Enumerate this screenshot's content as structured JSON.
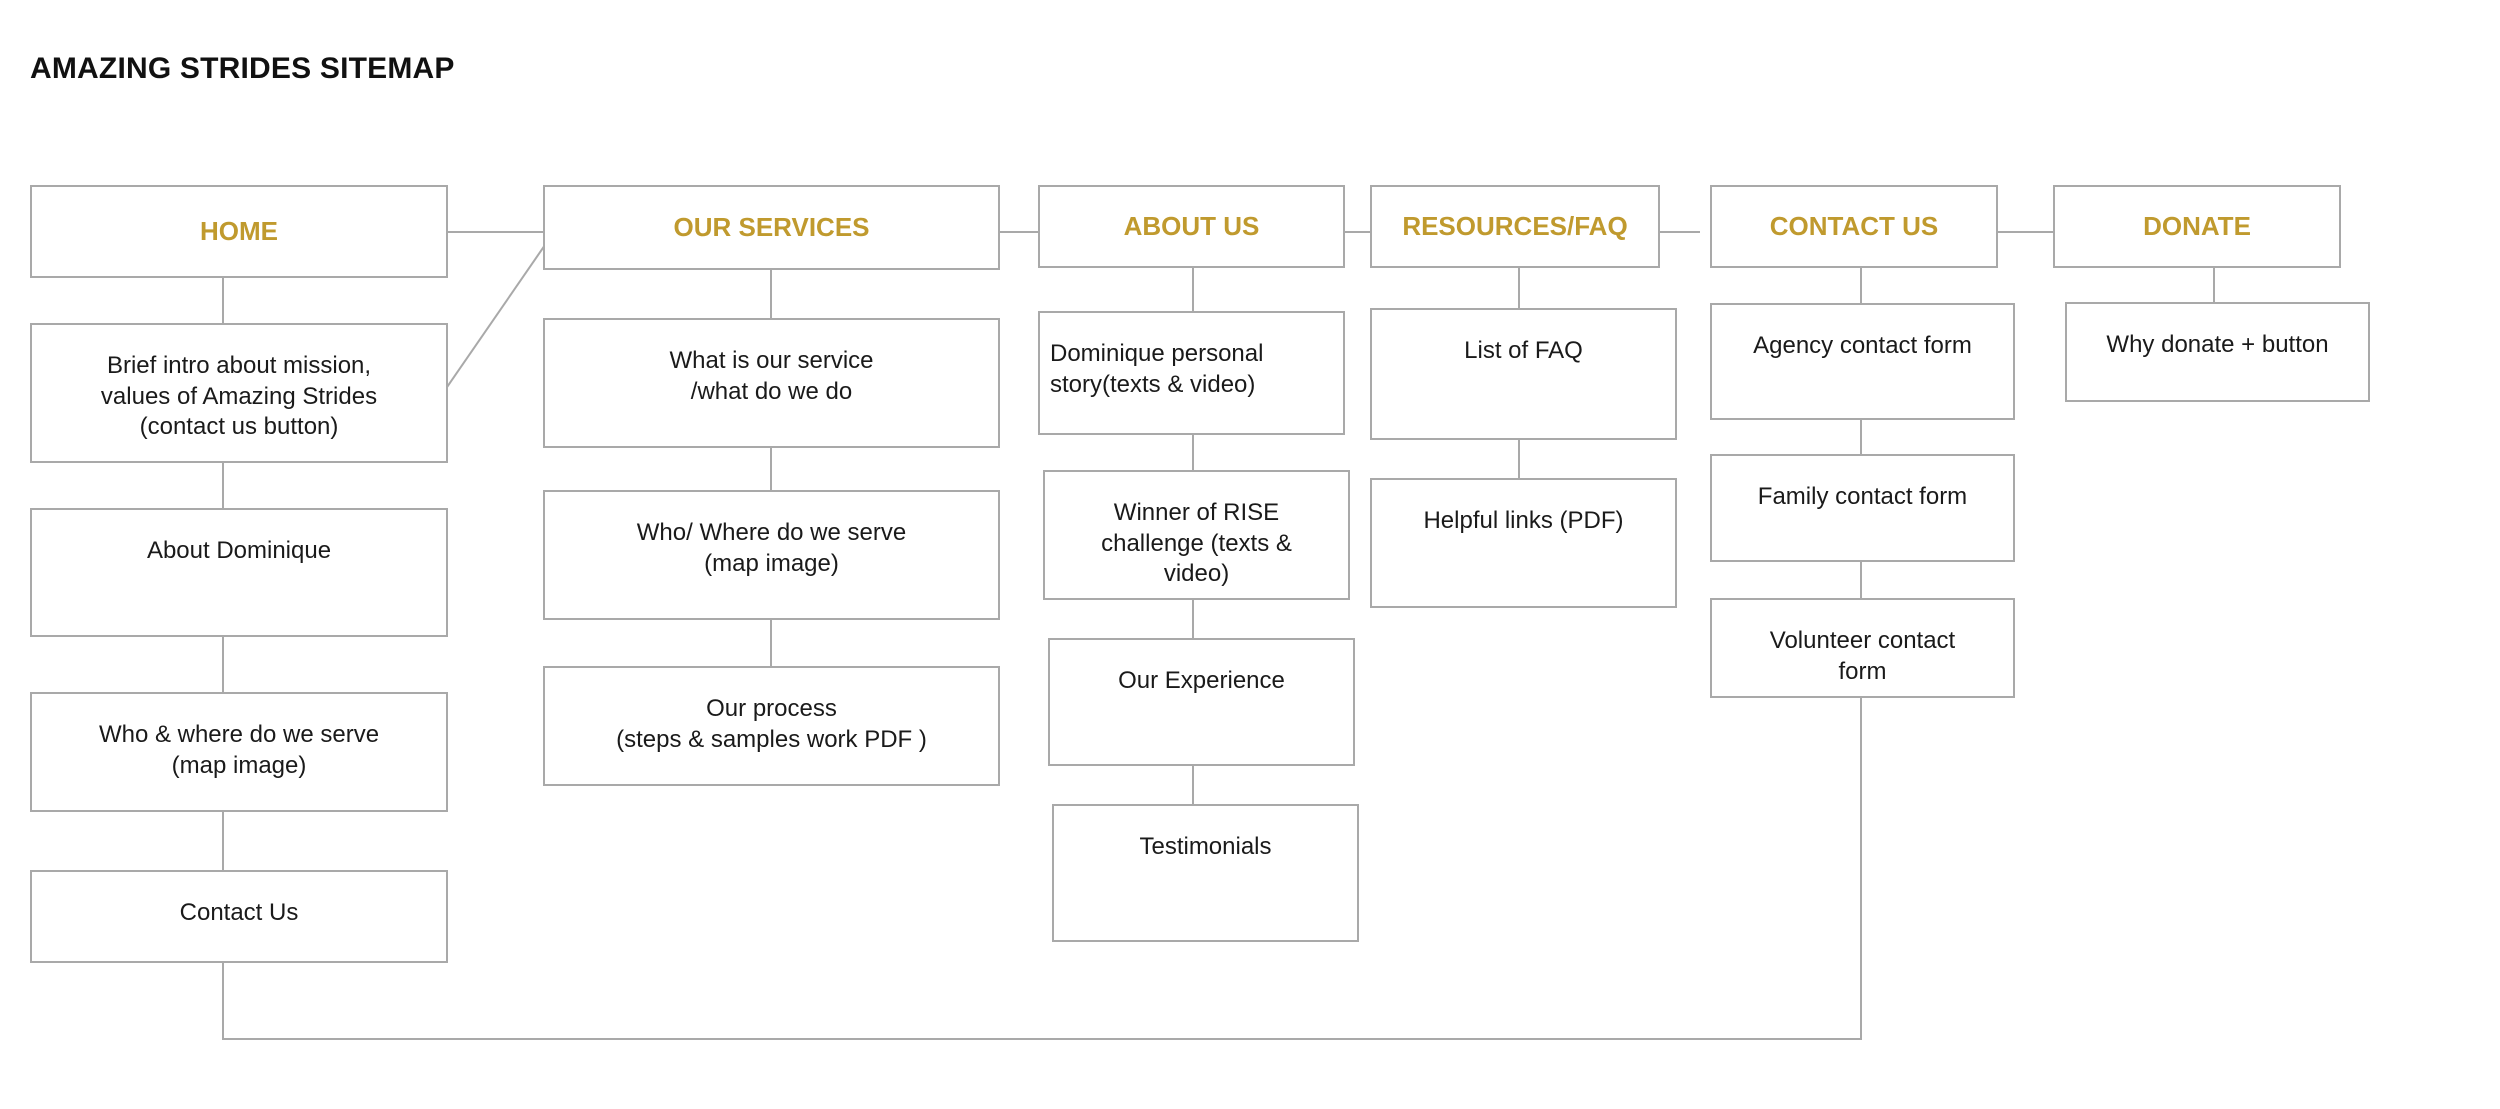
{
  "page": {
    "title": "AMAZING STRIDES SITEMAP",
    "background": "#ffffff",
    "accent_color": "#c09a2e",
    "line_color": "#a9a9a9",
    "text_color": "#1a1a1a"
  },
  "chart_data": {
    "type": "diagram",
    "diagram_kind": "sitemap-tree",
    "title": "AMAZING STRIDES SITEMAP",
    "top_level_sections": 6,
    "total_nodes": 22
  },
  "columns": [
    {
      "id": "home",
      "header": "HOME",
      "children": [
        "Brief intro about mission,\nvalues of Amazing Strides\n(contact us button)",
        "About Dominique",
        "Who & where do we serve\n(map image)",
        "Contact Us"
      ]
    },
    {
      "id": "our-services",
      "header": "OUR SERVICES",
      "children": [
        "What is our service\n/what do we do",
        "Who/ Where do we serve\n(map image)",
        "Our process\n(steps & samples work PDF )"
      ]
    },
    {
      "id": "about-us",
      "header": "ABOUT US",
      "children": [
        "Dominique personal\nstory(texts & video)",
        "Winner of RISE\nchallenge (texts &\nvideo)",
        "Our Experience",
        "Testimonials"
      ]
    },
    {
      "id": "resources-faq",
      "header": "RESOURCES/FAQ",
      "children": [
        "List of FAQ",
        "Helpful links (PDF)"
      ]
    },
    {
      "id": "contact-us",
      "header": "CONTACT US",
      "children": [
        "Agency contact form",
        "Family contact form",
        "Volunteer contact\nform"
      ]
    },
    {
      "id": "donate",
      "header": "DONATE",
      "children": [
        "Why donate + button"
      ]
    }
  ]
}
